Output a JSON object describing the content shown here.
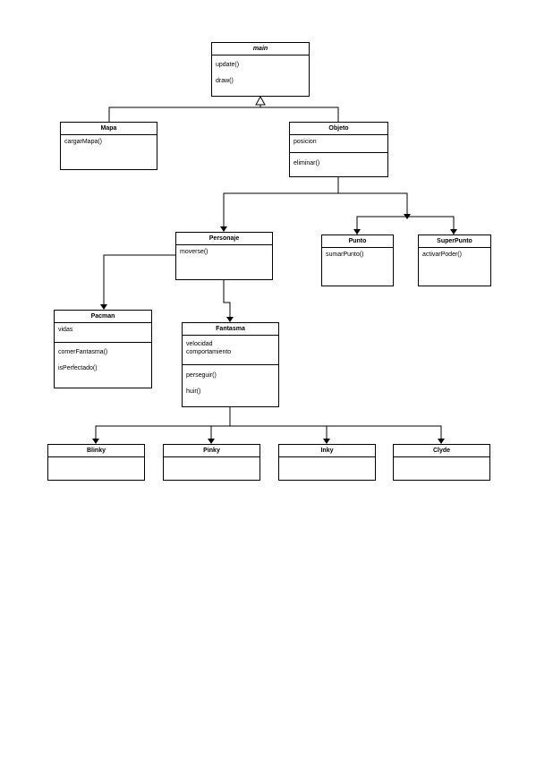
{
  "classes": {
    "main": {
      "name": "main",
      "attributes": [],
      "methods": [
        "update()",
        "draw()"
      ]
    },
    "mapa": {
      "name": "Mapa",
      "attributes": [],
      "methods": [
        "cargarMapa()"
      ]
    },
    "objeto": {
      "name": "Objeto",
      "attributes": [
        "posicion"
      ],
      "methods": [
        "eliminar()"
      ]
    },
    "personaje": {
      "name": "Personaje",
      "attributes": [],
      "methods": [
        "moverse()"
      ]
    },
    "punto": {
      "name": "Punto",
      "attributes": [],
      "methods": [
        "sumarPunto()"
      ]
    },
    "superpunto": {
      "name": "SuperPunto",
      "attributes": [],
      "methods": [
        "activarPoder()"
      ]
    },
    "pacman": {
      "name": "Pacman",
      "attributes": [
        "vidas"
      ],
      "methods": [
        "comerFantasma()",
        "isPerfectado()"
      ]
    },
    "fantasma": {
      "name": "Fantasma",
      "attributes": [
        "velocidad",
        "comportamiento"
      ],
      "methods": [
        "perseguir()",
        "huir()"
      ]
    },
    "blinky": {
      "name": "Blinky",
      "attributes": [],
      "methods": []
    },
    "pinky": {
      "name": "Pinky",
      "attributes": [],
      "methods": []
    },
    "inky": {
      "name": "Inky",
      "attributes": [],
      "methods": []
    },
    "clyde": {
      "name": "Clyde",
      "attributes": [],
      "methods": []
    }
  },
  "colors": {
    "stroke": "#000000",
    "fill": "#ffffff"
  }
}
